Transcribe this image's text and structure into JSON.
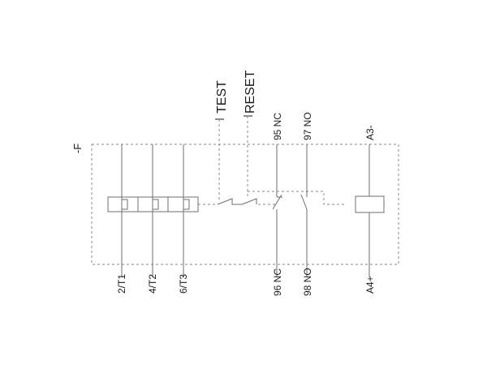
{
  "device": {
    "designation": "-F"
  },
  "buttons": {
    "test": "TEST",
    "reset": "RESET"
  },
  "terminals": {
    "top": {
      "nc": "95 NC",
      "no": "97 NO",
      "coil": "A3-"
    },
    "bottom": {
      "t1": "2/T1",
      "t2": "4/T2",
      "t3": "6/T3",
      "nc": "96 NC",
      "no": "98 NO",
      "coil": "A4+"
    }
  }
}
